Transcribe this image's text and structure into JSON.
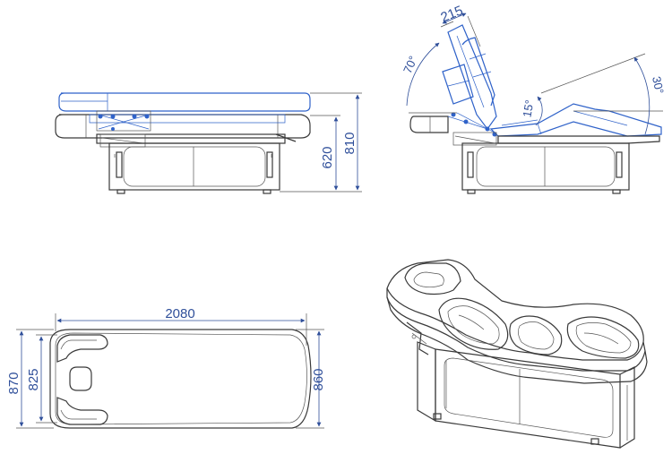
{
  "side_view_flat": {
    "dim_height_total": "810",
    "dim_height_base": "620"
  },
  "side_view_tilted": {
    "dim_backrest_width": "215",
    "angle_backrest": "70°",
    "angle_seat": "15°",
    "angle_leg": "30°"
  },
  "top_view": {
    "dim_length": "2080",
    "dim_width_outer": "870",
    "dim_width_inner": "825",
    "dim_width_foot": "860"
  },
  "colors": {
    "outline": "#3a3a3a",
    "dimension": "#2f4f9a",
    "highlight": "#2f62c9"
  }
}
